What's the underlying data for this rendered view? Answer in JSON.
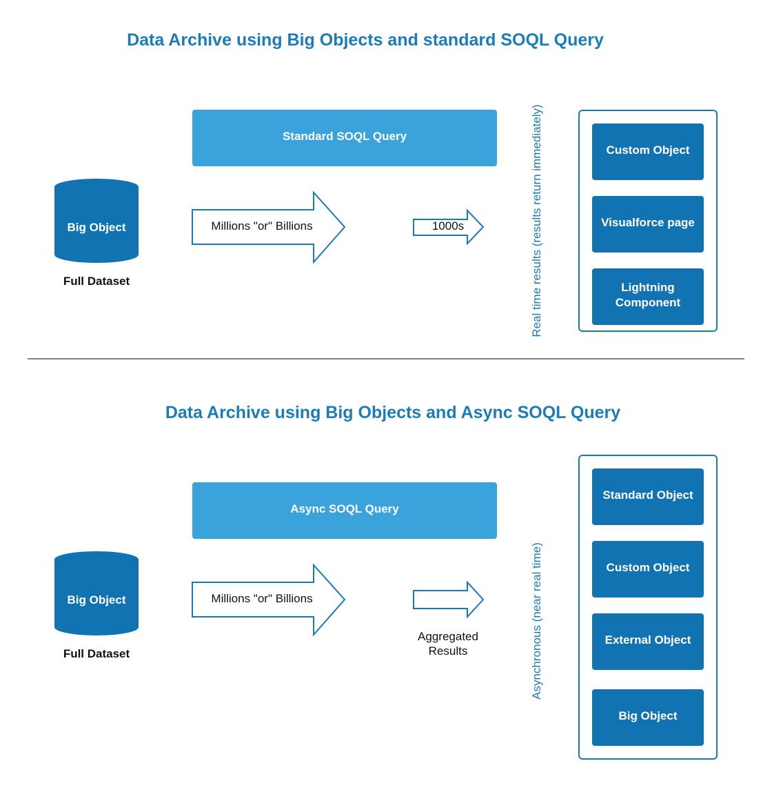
{
  "section1": {
    "title": "Data Archive using Big Objects and standard SOQL Query",
    "source_label": "Big Object",
    "source_caption": "Full Dataset",
    "query_label": "Standard SOQL Query",
    "input_arrow_label": "Millions \"or\" Billions",
    "output_arrow_label": "1000s",
    "vertical_label": "Real time results (results return immediately)",
    "targets": [
      "Custom Object",
      "Visualforce page",
      [
        "Lightning",
        "Component"
      ]
    ]
  },
  "section2": {
    "title": "Data Archive using Big Objects and Async SOQL Query",
    "source_label": "Big Object",
    "source_caption": "Full Dataset",
    "query_label": "Async SOQL Query",
    "input_arrow_label": "Millions \"or\" Billions",
    "output_caption_line1": "Aggregated",
    "output_caption_line2": "Results",
    "vertical_label": "Asynchronous (near real time)",
    "targets": [
      "Standard Object",
      "Custom Object",
      "External Object",
      "Big Object"
    ]
  },
  "colors": {
    "title": "#1b7db8",
    "dark_blue": "#1273b3",
    "light_blue": "#3aa3dc",
    "arrow_stroke": "#1a7ab8",
    "divider": "#333333",
    "text_dark": "#111111",
    "text_white": "#ffffff"
  }
}
